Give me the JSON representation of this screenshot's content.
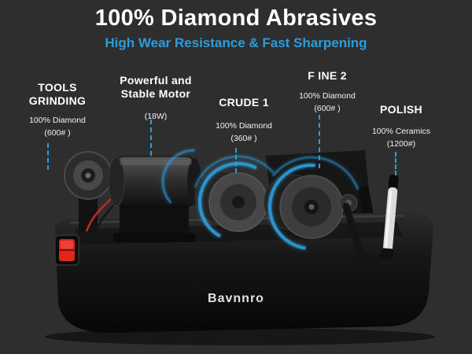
{
  "title": "100% Diamond Abrasives",
  "subtitle": "High Wear Resistance & Fast Sharpening",
  "brand": "Bavnnro",
  "colors": {
    "accent": "#2D9CDB",
    "background": "#2E2E2E",
    "switch_red": "#E0251B"
  },
  "callouts": {
    "tools_grinding": {
      "title": "TOOLS\nGRINDING",
      "detail": "100% Diamond\n(600# )"
    },
    "motor": {
      "title": "Powerful and\nStable Motor",
      "detail": "(18W)"
    },
    "crude": {
      "title": "CRUDE 1",
      "detail": "100% Diamond\n(360# )"
    },
    "fine": {
      "title": "F INE 2",
      "detail": "100% Diamond\n(600# )"
    },
    "polish": {
      "title": "POLISH",
      "detail": "100% Ceramics\n(1200#)"
    }
  }
}
